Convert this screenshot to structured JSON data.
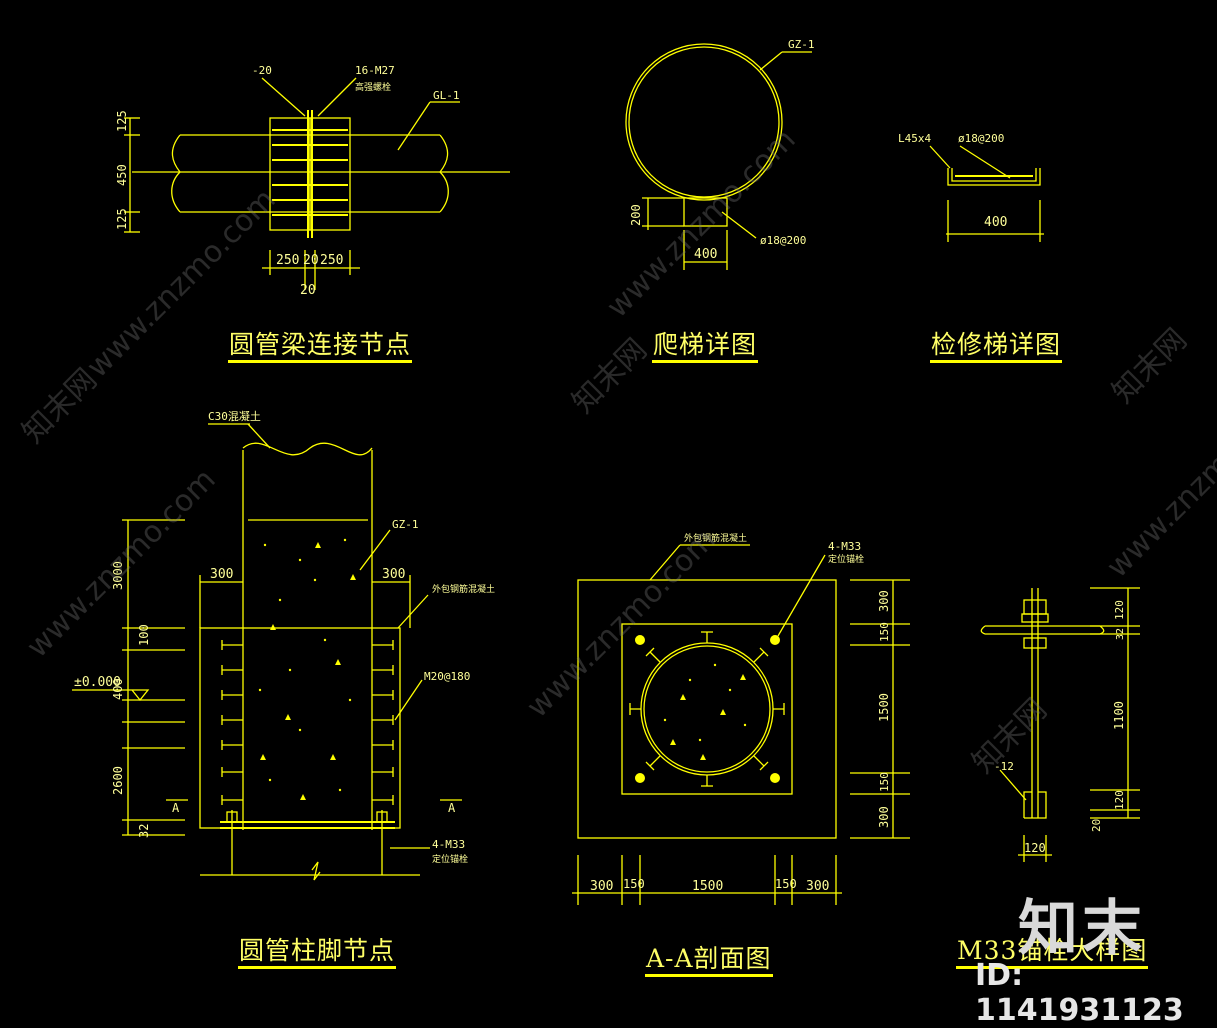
{
  "titles": {
    "pipe_joint": "圆管梁连接节点",
    "ladder": "爬梯详图",
    "maint_ladder": "检修梯详图",
    "column_base": "圆管柱脚节点",
    "section_aa": "A-A剖面图",
    "anchor": "M33锚栓大样图"
  },
  "pipe_joint": {
    "plate": "-20",
    "bolts": "16-M27",
    "bolts_note": "高强螺栓",
    "beam": "GL-1",
    "dim_top": "125",
    "dim_mid": "450",
    "dim_bot": "125",
    "dim_bottom_row": [
      "250",
      "20",
      "250"
    ],
    "dim_20": "20"
  },
  "ladder": {
    "column": "GZ-1",
    "dim_h": "200",
    "dim_w": "400",
    "rebar": "ø18@200"
  },
  "maint_ladder": {
    "angle": "L45x4",
    "rebar": "ø18@200",
    "dim_w": "400"
  },
  "column_base": {
    "concrete": "C30混凝土",
    "column": "GZ-1",
    "encasement": "外包钢筋混凝土",
    "studs": "M20@180",
    "anchors": "4-M33",
    "anchors_note": "定位锚栓",
    "elev": "±0.000",
    "dims_left": [
      "3000",
      "100",
      "400",
      "2600",
      "32"
    ],
    "dim_300_left": "300",
    "dim_300_right": "300",
    "section_mark": "A"
  },
  "section_aa": {
    "encasement": "外包钢筋混凝土",
    "anchors": "4-M33",
    "anchors_note": "定位锚栓",
    "dims_right": [
      "300",
      "150",
      "1500",
      "150",
      "300"
    ],
    "dims_bottom": [
      "300",
      "150",
      "1500",
      "150",
      "300"
    ]
  },
  "anchor": {
    "dims_right": [
      "120",
      "32",
      "1100",
      "120",
      "20"
    ],
    "plate": "-12",
    "dim_bottom": "120"
  },
  "watermark": {
    "site": "www.znzmo.com",
    "brand": "知末网",
    "logo": "知末",
    "id": "ID: 1141931123"
  }
}
